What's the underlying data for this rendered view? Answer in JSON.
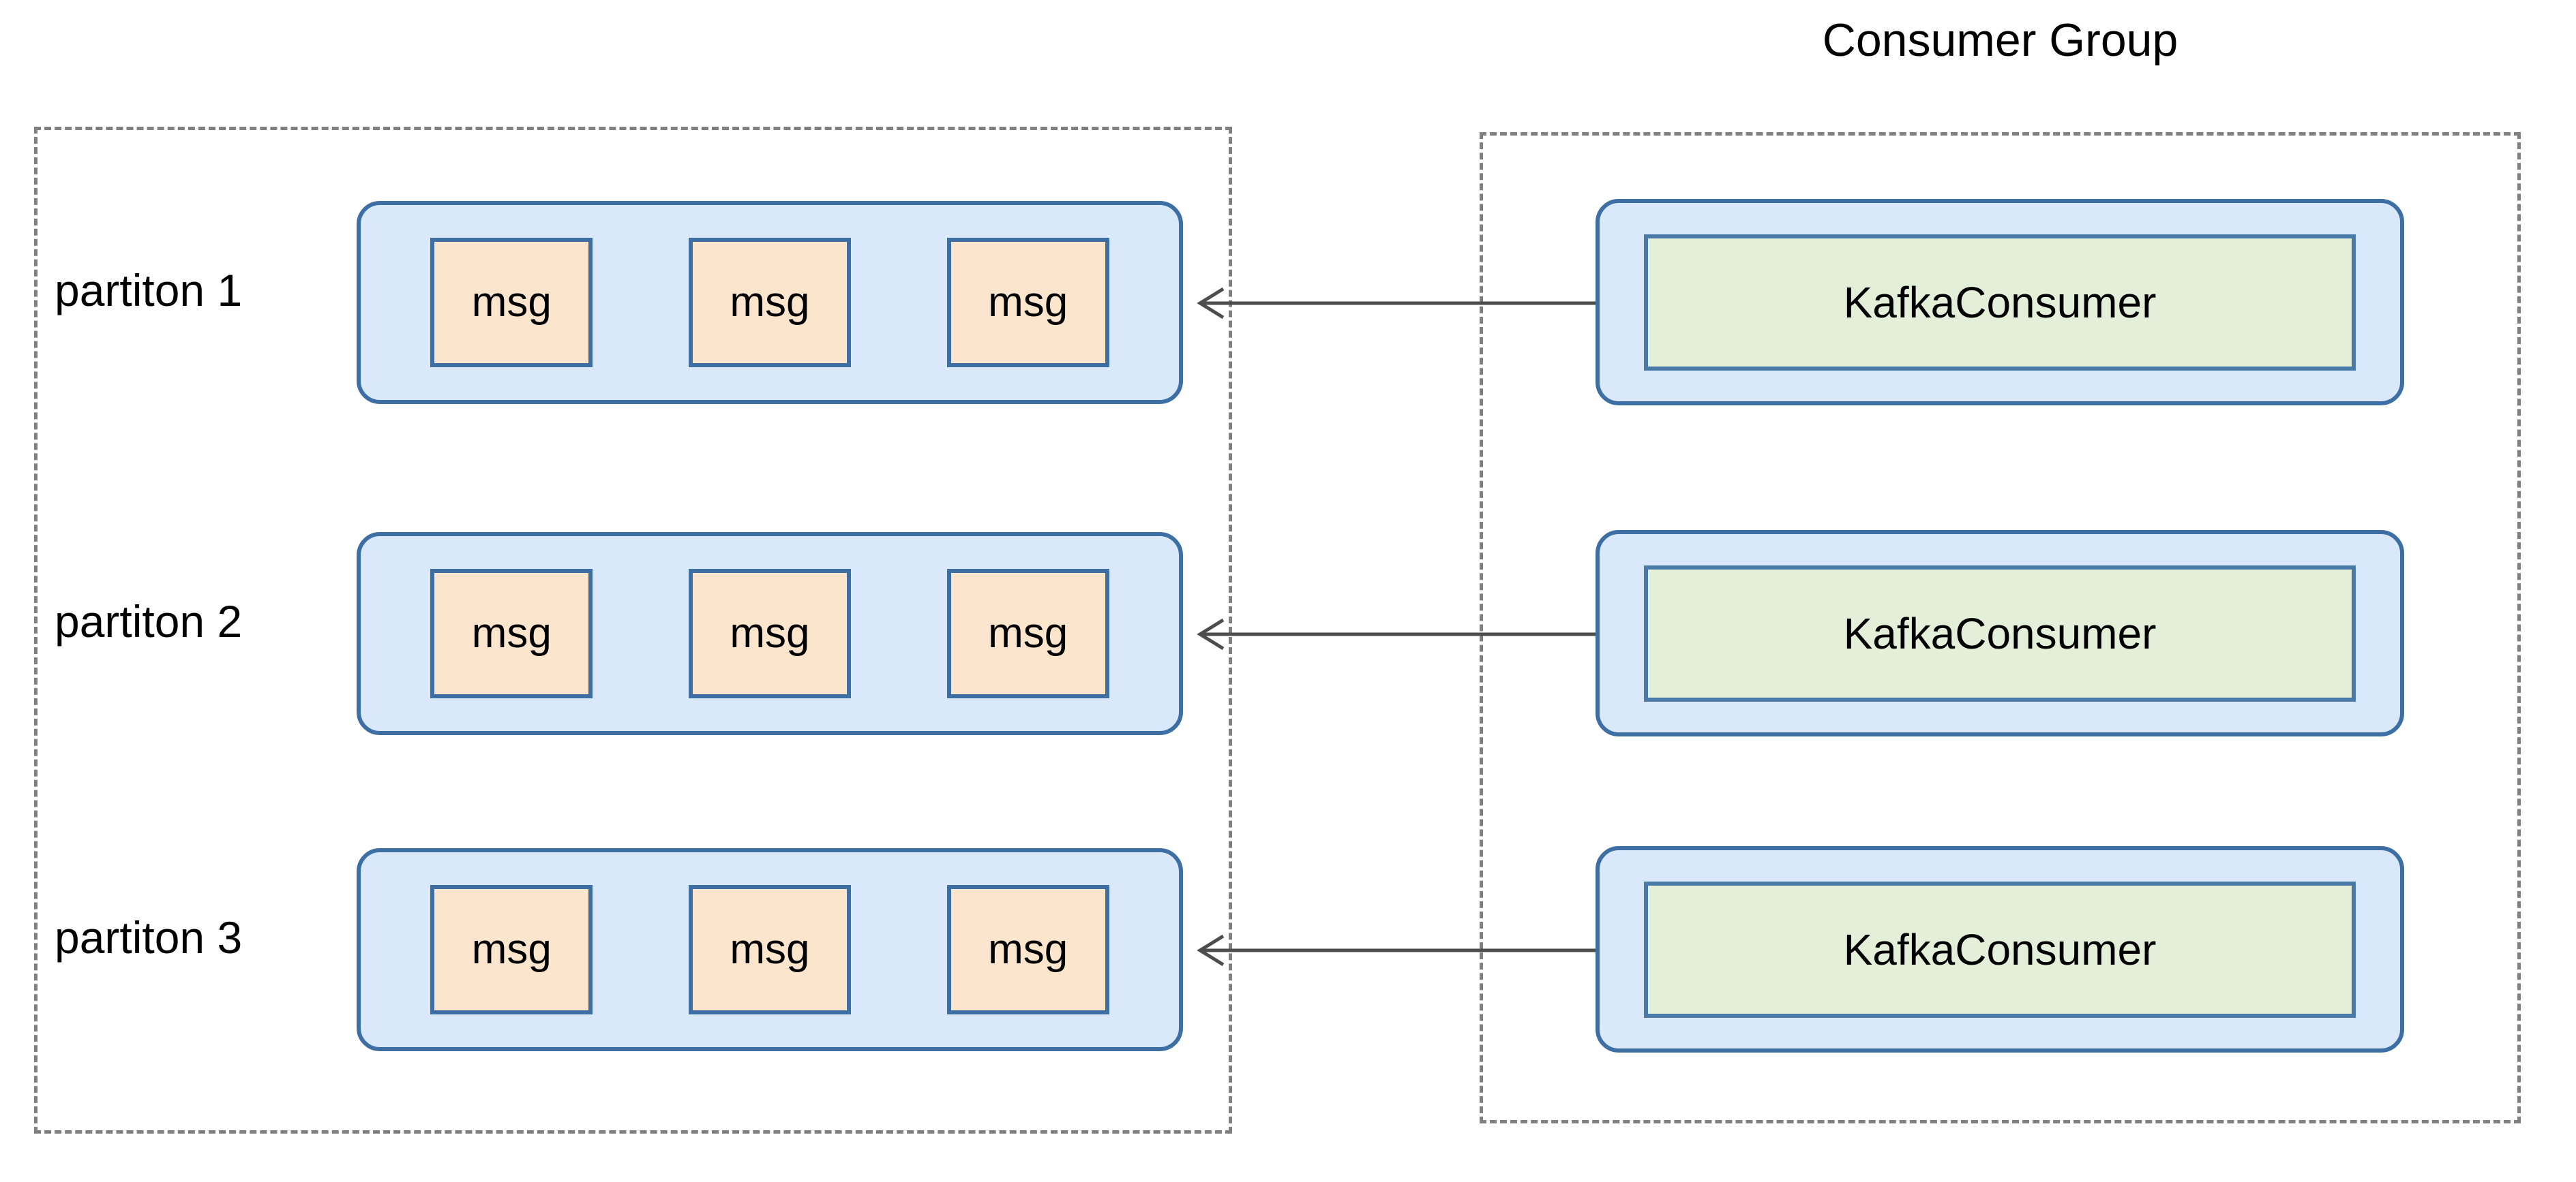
{
  "diagram": {
    "title": "Consumer Group",
    "type": "kafka-consumer-group-partition-assignment",
    "colors": {
      "partition_fill": "#dae8fc",
      "partition_border": "#3d6fa5",
      "message_fill": "#fce5cd",
      "message_border": "#3d6fa5",
      "consumer_fill": "#e3efd9",
      "consumer_border": "#4a7aa7",
      "region_border": "#808080",
      "arrow": "#4d4d4d",
      "background": "#ffffff"
    }
  },
  "topic_region": {
    "partitions": [
      {
        "label": "partiton 1",
        "messages": [
          {
            "label": "msg"
          },
          {
            "label": "msg"
          },
          {
            "label": "msg"
          }
        ]
      },
      {
        "label": "partiton 2",
        "messages": [
          {
            "label": "msg"
          },
          {
            "label": "msg"
          },
          {
            "label": "msg"
          }
        ]
      },
      {
        "label": "partiton 3",
        "messages": [
          {
            "label": "msg"
          },
          {
            "label": "msg"
          },
          {
            "label": "msg"
          }
        ]
      }
    ]
  },
  "consumer_group": {
    "title": "Consumer Group",
    "consumers": [
      {
        "label": "KafkaConsumer"
      },
      {
        "label": "KafkaConsumer"
      },
      {
        "label": "KafkaConsumer"
      }
    ]
  },
  "connections": [
    {
      "from": "KafkaConsumer 1",
      "to": "partiton 1",
      "direction": "left"
    },
    {
      "from": "KafkaConsumer 2",
      "to": "partiton 2",
      "direction": "left"
    },
    {
      "from": "KafkaConsumer 3",
      "to": "partiton 3",
      "direction": "left"
    }
  ]
}
